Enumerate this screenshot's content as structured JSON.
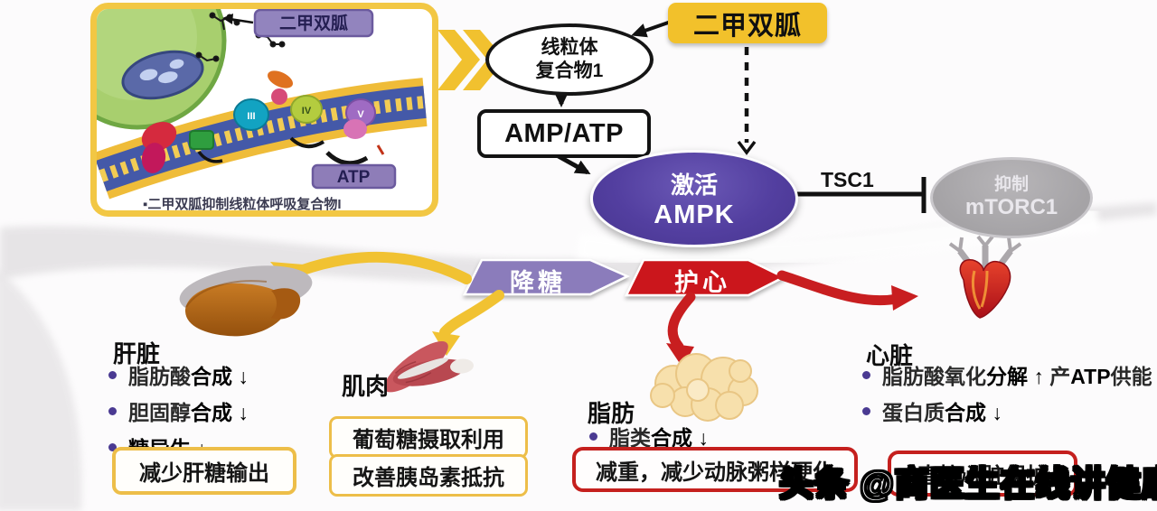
{
  "inset": {
    "metformin_label": "二甲双胍",
    "atp_label": "ATP",
    "caption": "▪二甲双胍抑制线粒体呼吸复合物I",
    "complexes": {
      "c3": "III",
      "c4": "IV",
      "c5": "V"
    }
  },
  "flow": {
    "mito_line1": "线粒体",
    "mito_line2": "复合物1",
    "metformin": "二甲双胍",
    "ratio": "AMP/ATP",
    "ampk_action": "激活",
    "ampk": "AMPK",
    "tsc1": "TSC1",
    "mtorc_action": "抑制",
    "mtorc": "mTORC1"
  },
  "banners": {
    "glucose": "降糖",
    "heart": "护心"
  },
  "organs": {
    "liver": {
      "title": "肝脏",
      "bullets": [
        {
          "t1": "脂肪酸",
          "b1": "合成 ↓"
        },
        {
          "t1": "胆固醇",
          "b1": "合成 ↓"
        },
        {
          "t1": "",
          "b1": "糖异生 ↓"
        }
      ],
      "box": "减少肝糖输出"
    },
    "muscle": {
      "title": "肌肉",
      "box1": "葡萄糖摄取利用",
      "box2": "改善胰岛素抵抗"
    },
    "fat": {
      "title": "脂肪",
      "bullets": [
        {
          "t1": "脂类",
          "b1": "合成 ↓"
        }
      ],
      "box": "减重，减少动脉粥样硬化"
    },
    "heart": {
      "title": "心脏",
      "bullets": [
        {
          "t1": "脂肪酸氧化",
          "b1": "分解 ↑",
          "t2": " 产",
          "b2": "ATP",
          "t3": "供能"
        },
        {
          "t1": "蛋白质",
          "b1": "合成 ↓"
        }
      ],
      "box": "直接心脏保护"
    }
  },
  "watermark": {
    "text": "头条 @商医生在线讲健康"
  },
  "colors": {
    "yellow_accent": "#F2C12B",
    "ampk_purple": "#533FA0",
    "banner_purple": "#8B7BBB",
    "banner_red": "#CB191B",
    "mtorc_gray": "#A5A3A6",
    "yellow_box_border": "#EDBE49",
    "red_box_border": "#C5201E",
    "bullet_dot": "#4A3A92"
  }
}
